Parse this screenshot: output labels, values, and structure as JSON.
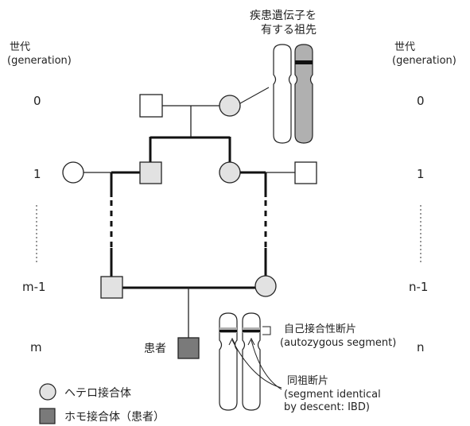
{
  "diagram": {
    "ancestor_label": [
      "疾患遺伝子を",
      "有する祖先"
    ],
    "generation_header": [
      "世代",
      "(generation)"
    ],
    "left_generations": [
      "0",
      "1",
      "m-1",
      "m"
    ],
    "right_generations": [
      "0",
      "1",
      "n-1",
      "n"
    ],
    "patient_label": "患者",
    "autozygous_label": [
      "自己接合性断片",
      "(autozygous segment)"
    ],
    "ibd_label": [
      "同祖断片",
      "(segment identical",
      "by descent: IBD)"
    ],
    "legend": {
      "hetero": "ヘテロ接合体",
      "homo": "ホモ接合体（患者）"
    },
    "colors": {
      "carrier_fill": "#e2e2e2",
      "affected_fill": "#7a7a7a",
      "chromosome_disease": "#b0b0b0",
      "line": "#222222"
    }
  }
}
